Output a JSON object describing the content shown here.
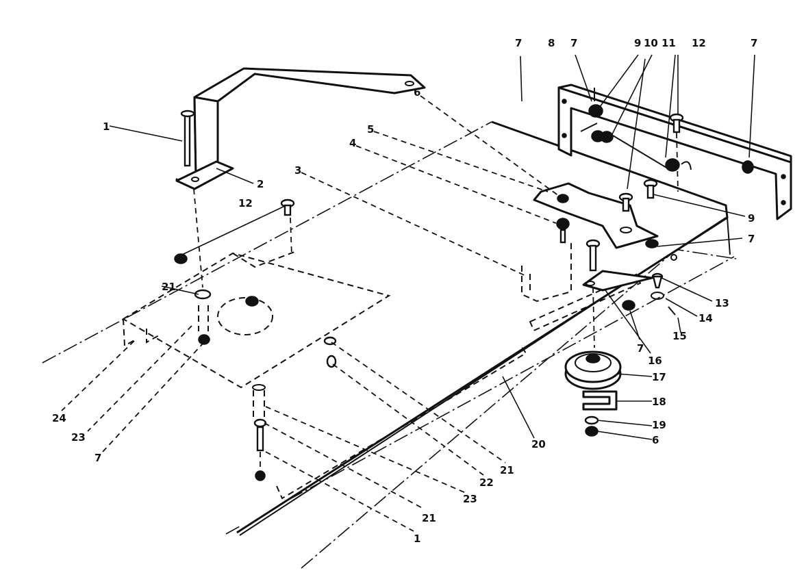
{
  "callouts": {
    "c1a": "1",
    "c2": "2",
    "c3": "3",
    "c4": "4",
    "c5": "5",
    "c6a": "6",
    "c7a": "7",
    "c8": "8",
    "c7b": "7",
    "c9a": "9",
    "c10": "10",
    "c11": "11",
    "c12a": "12",
    "c7c": "7",
    "c12b": "12",
    "c9b": "9",
    "c7d": "7",
    "c13": "13",
    "c14": "14",
    "c15": "15",
    "c7e": "7",
    "c16": "16",
    "c17": "17",
    "c18": "18",
    "c19": "19",
    "c6b": "6",
    "c20": "20",
    "c21a": "21",
    "c21b": "21",
    "c22": "22",
    "c23a": "23",
    "c21c": "21",
    "c1b": "1",
    "c24": "24",
    "c23b": "23",
    "c7f": "7"
  }
}
